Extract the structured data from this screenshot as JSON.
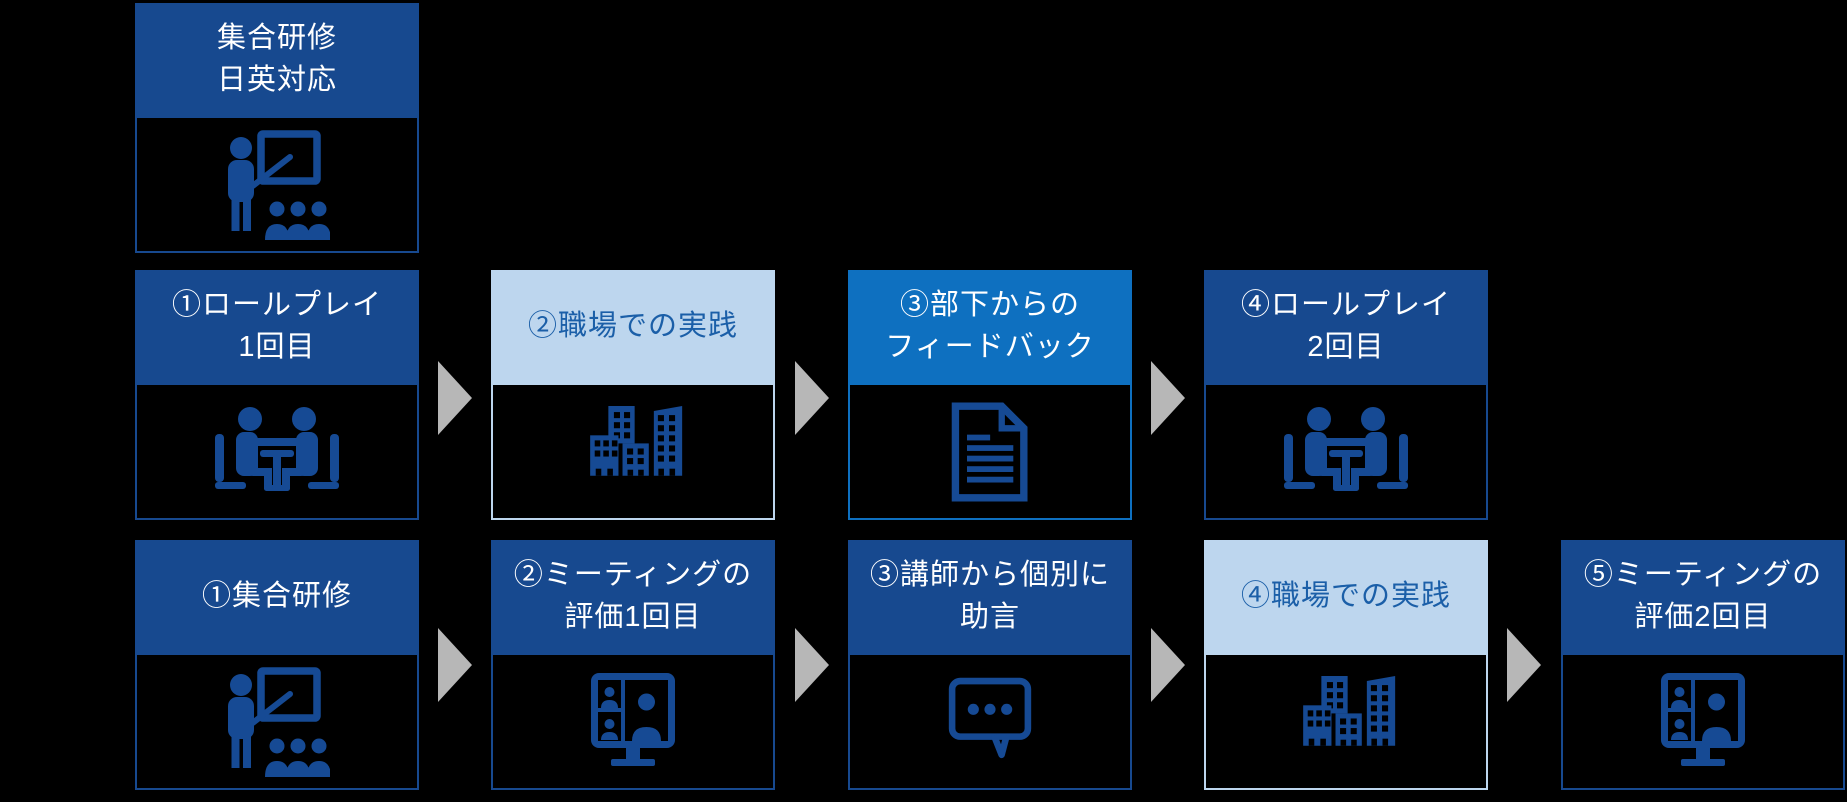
{
  "colors": {
    "background": "#000000",
    "header_dark_blue": "#17498f",
    "header_bright_blue": "#0e70c0",
    "header_light_blue": "#bdd6ee",
    "text_on_dark": "#ffffff",
    "text_on_light": "#1b5fa8",
    "icon_blue": "#164a94",
    "arrow_gray": "#b7b7b7"
  },
  "boxes": {
    "intro": {
      "line1": "集合研修",
      "line2": "日英対応",
      "icon": "presentation-icon"
    },
    "r2b1": {
      "line1": "①ロールプレイ",
      "line2": "1回目",
      "icon": "meeting-icon"
    },
    "r2b2": {
      "line1": "②職場での実践",
      "icon": "buildings-icon"
    },
    "r2b3": {
      "line1": "③部下からの",
      "line2": "フィードバック",
      "icon": "document-icon"
    },
    "r2b4": {
      "line1": "④ロールプレイ",
      "line2": "2回目",
      "icon": "meeting-icon"
    },
    "r3b1": {
      "line1": "①集合研修",
      "icon": "presentation-icon"
    },
    "r3b2": {
      "line1": "②ミーティングの",
      "line2": "評価1回目",
      "icon": "video-call-icon"
    },
    "r3b3": {
      "line1": "③講師から個別に",
      "line2": "助言",
      "icon": "speech-bubble-icon"
    },
    "r3b4": {
      "line1": "④職場での実践",
      "icon": "buildings-icon"
    },
    "r3b5": {
      "line1": "⑤ミーティングの",
      "line2": "評価2回目",
      "icon": "video-call-icon"
    }
  }
}
